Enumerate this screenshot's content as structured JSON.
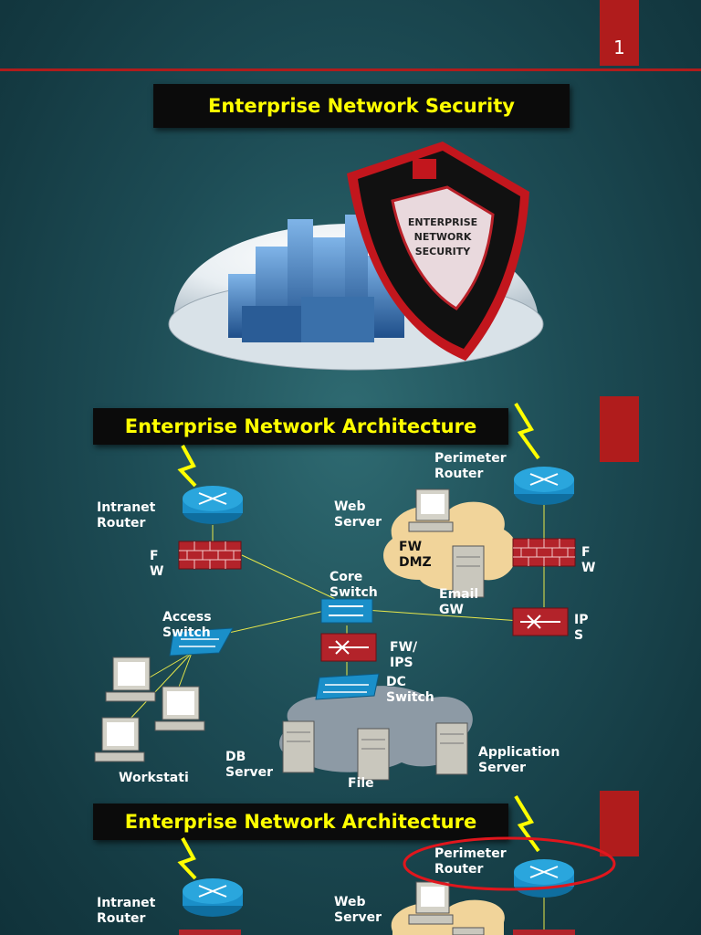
{
  "slide1": {
    "page_number": "1",
    "title": "Enterprise Network Security",
    "shield_text": "ENTERPRISE\nNETWORK\nSECURITY"
  },
  "slide2": {
    "title": "Enterprise Network Architecture",
    "labels": {
      "perimeter_router": "Perimeter\nRouter",
      "intranet_router": "Intranet\nRouter",
      "web_server": "Web\nServer",
      "fw_dmz": "FW\nDMZ",
      "fw_left": "F\nW",
      "fw_right": "F\nW",
      "core_switch": "Core\nSwitch",
      "email_gw": "Email\nGW",
      "access_switch": "Access\nSwitch",
      "ips": "IP\nS",
      "fw_ips": "FW/\nIPS",
      "dc_switch": "DC\nSwitch",
      "db_server": "DB\nServer",
      "application_server": "Application\nServer",
      "workstation": "Workstati",
      "file": "File"
    }
  },
  "slide3": {
    "title": "Enterprise Network Architecture",
    "labels": {
      "perimeter_router": "Perimeter\nRouter",
      "intranet_router": "Intranet\nRouter",
      "web_server": "Web\nServer"
    }
  },
  "colors": {
    "accent_red": "#b01c1c",
    "title_yellow": "#ffff00",
    "router_blue": "#1a8fc9",
    "firewall_red": "#b3232a"
  }
}
